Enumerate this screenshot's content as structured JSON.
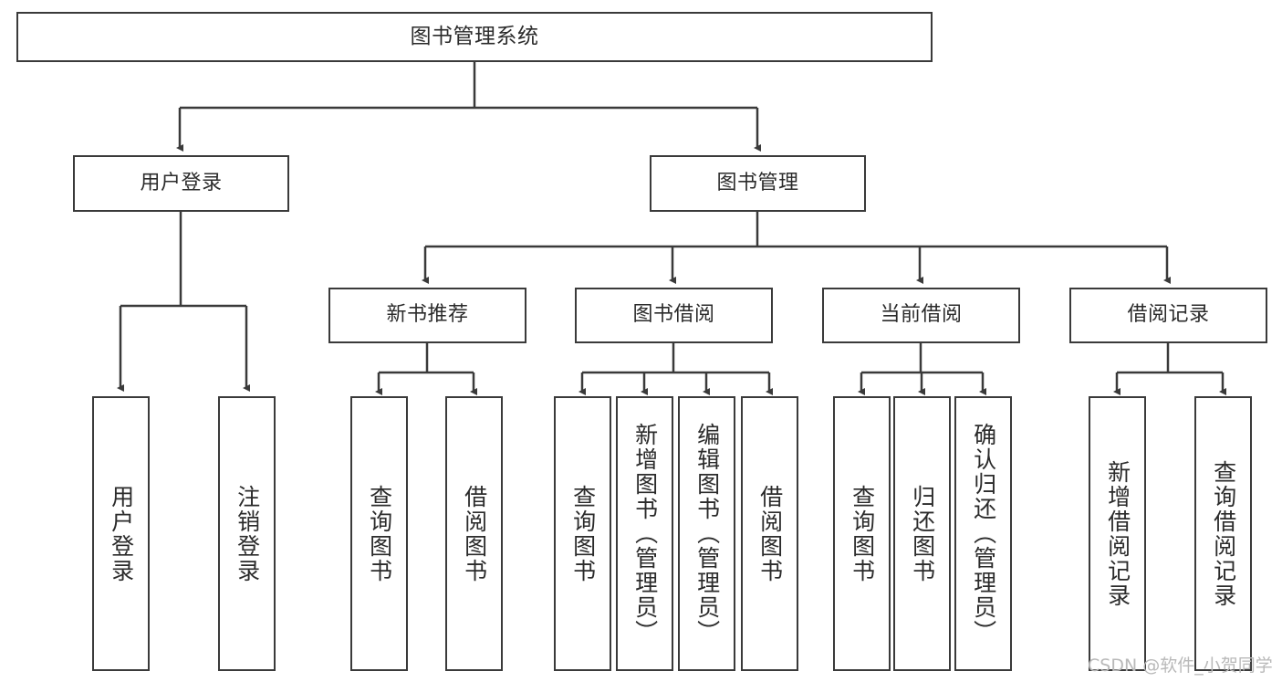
{
  "diagram": {
    "type": "tree",
    "title": "图书管理系统",
    "stroke_color": "#3a3a3a",
    "text_color": "#2b2b2b",
    "background": "#ffffff"
  },
  "root": {
    "label": "图书管理系统"
  },
  "level1": [
    {
      "label": "用户登录"
    },
    {
      "label": "图书管理"
    }
  ],
  "level2": [
    {
      "label": "新书推荐"
    },
    {
      "label": "图书借阅"
    },
    {
      "label": "当前借阅"
    },
    {
      "label": "借阅记录"
    }
  ],
  "leaves": {
    "user_login": [
      {
        "label": "用户登录"
      },
      {
        "label": "注销登录"
      }
    ],
    "new_book": [
      {
        "label": "查询图书"
      },
      {
        "label": "借阅图书"
      }
    ],
    "borrow_book": [
      {
        "label": "查询图书"
      },
      {
        "label": "新增图书（管理员）"
      },
      {
        "label": "编辑图书（管理员）"
      },
      {
        "label": "借阅图书"
      }
    ],
    "current_borrow": [
      {
        "label": "查询图书"
      },
      {
        "label": "归还图书"
      },
      {
        "label": "确认归还（管理员）"
      }
    ],
    "borrow_record": [
      {
        "label": "新增借阅记录"
      },
      {
        "label": "查询借阅记录"
      }
    ]
  },
  "watermark": {
    "text": "CSDN @软件_小贺同学"
  }
}
